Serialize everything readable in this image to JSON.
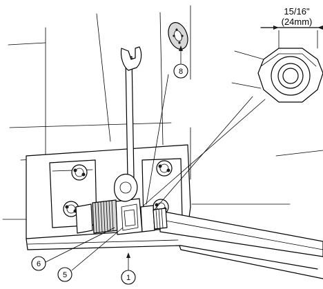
{
  "dimension": {
    "imperial": "15/16\"",
    "metric": "(24mm)"
  },
  "callouts": [
    {
      "id": "callout-1",
      "label": "1"
    },
    {
      "id": "callout-5",
      "label": "5"
    },
    {
      "id": "callout-6",
      "label": "6"
    },
    {
      "id": "callout-8",
      "label": "8"
    }
  ]
}
